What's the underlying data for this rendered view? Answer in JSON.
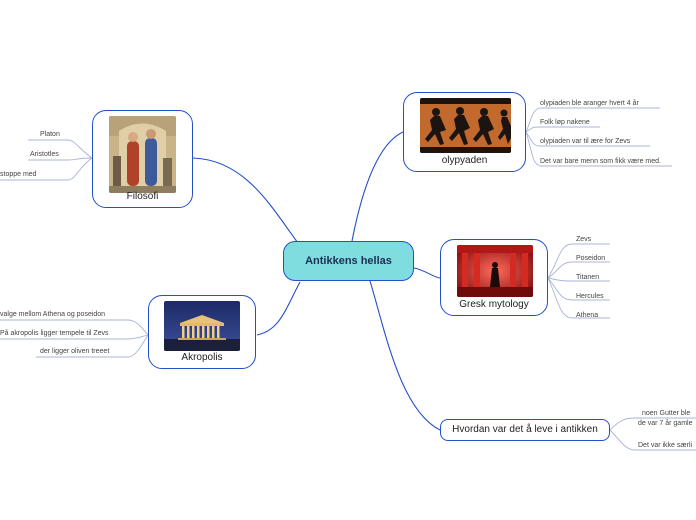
{
  "center": {
    "label": "Antikkens hellas"
  },
  "branches": {
    "filosofi": {
      "label": "Filosofi",
      "image": "plato-aristotle-fresco",
      "leaves": [
        "Platon",
        "Aristotles",
        "stoppe med"
      ]
    },
    "akropolis": {
      "label": "Akropolis",
      "image": "parthenon-at-dusk",
      "leaves": [
        "valge mellom Athena og poseidon",
        "På akropolis ligger tempele til Zevs",
        "der ligger oliven treeet"
      ]
    },
    "olypyaden": {
      "label": "olypyaden",
      "image": "greek-vase-runners",
      "leaves": [
        "olypiaden ble aranger  hvert 4 år",
        "Folk løp nakene",
        "olypiaden var til ære for Zevs",
        "Det var bare menn som fikk være med."
      ]
    },
    "mytologi": {
      "label": "Gresk mytology",
      "image": "red-temple-stage",
      "leaves": [
        "Zevs",
        "Poseidon",
        "Titanen",
        "Hercules",
        "Athena"
      ]
    },
    "leve": {
      "label": "Hvordan var det å leve i antikken",
      "leaves": [
        "noen Gutter ble",
        "de var 7 år gamle",
        "Det var ikke særli"
      ]
    }
  },
  "colors": {
    "line": "#2350c8",
    "center_fill": "#7fdde0",
    "leaf_line": "#a9b4d6"
  }
}
